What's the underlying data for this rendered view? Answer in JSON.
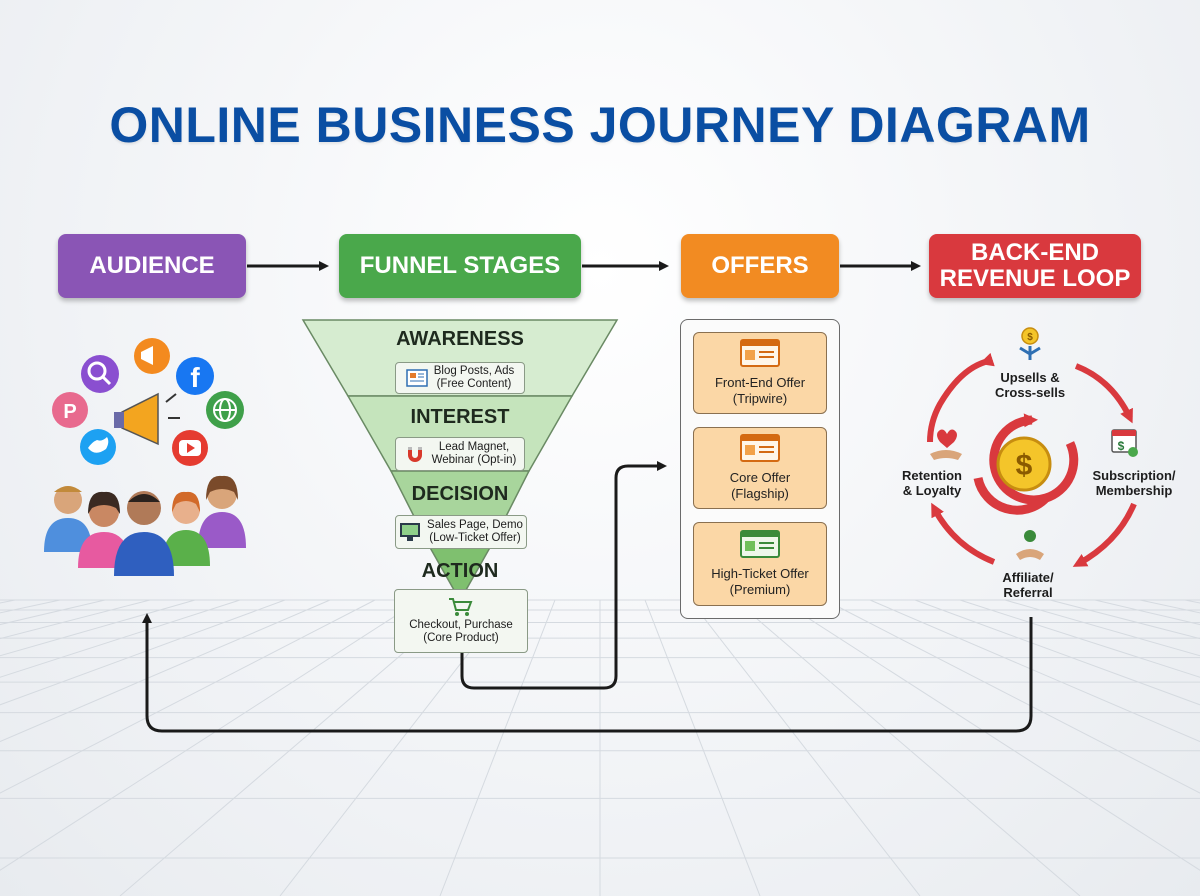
{
  "title": "ONLINE BUSINESS JOURNEY DIAGRAM",
  "colors": {
    "title": "#0a4ea3",
    "audience": "#8a55b5",
    "funnel": "#4aa84b",
    "offers": "#f28b22",
    "backend": "#d9393e",
    "funnel_fill": "#c9e6c0",
    "offer_card": "#fbd7a6"
  },
  "headers": {
    "audience": "AUDIENCE",
    "funnel": "FUNNEL STAGES",
    "offers": "OFFERS",
    "backend_line1": "BACK-END",
    "backend_line2": "REVENUE LOOP"
  },
  "audience": {
    "icons": [
      "search-icon",
      "megaphone-icon",
      "facebook-icon",
      "globe-icon",
      "pinterest-icon",
      "twitter-icon",
      "youtube-icon",
      "megaphone-icon"
    ],
    "people_icons": [
      "person-icon",
      "person-icon",
      "person-icon",
      "person-icon",
      "person-icon"
    ]
  },
  "funnel": {
    "stages": [
      {
        "label": "AWARENESS",
        "line1": "Blog Posts, Ads",
        "line2": "(Free Content)",
        "icon": "newspaper-icon"
      },
      {
        "label": "INTEREST",
        "line1": "Lead Magnet,",
        "line2": "Webinar (Opt-in)",
        "icon": "magnet-icon"
      },
      {
        "label": "DECISION",
        "line1": "Sales Page, Demo",
        "line2": "(Low-Ticket Offer)",
        "icon": "monitor-icon"
      },
      {
        "label": "ACTION",
        "line1": "Checkout, Purchase",
        "line2": "(Core Product)",
        "icon": "cart-icon"
      }
    ]
  },
  "offers": [
    {
      "line1": "Front-End Offer",
      "line2": "(Tripwire)",
      "icon": "browser-window-icon"
    },
    {
      "line1": "Core Offer",
      "line2": "(Flagship)",
      "icon": "browser-window-icon"
    },
    {
      "line1": "High-Ticket Offer",
      "line2": "(Premium)",
      "icon": "browser-window-icon"
    }
  ],
  "backend": {
    "upsells_line1": "Upsells &",
    "upsells_line2": "Cross-sells",
    "subscription_line1": "Subscription/",
    "subscription_line2": "Membership",
    "affiliate_line1": "Affiliate/",
    "affiliate_line2": "Referral",
    "retention_line1": "Retention",
    "retention_line2": "& Loyalty",
    "center_icon": "dollar-coin-icon",
    "icons": [
      "split-arrow-icon",
      "calendar-icon",
      "handshake-icon",
      "heart-hand-icon"
    ]
  }
}
